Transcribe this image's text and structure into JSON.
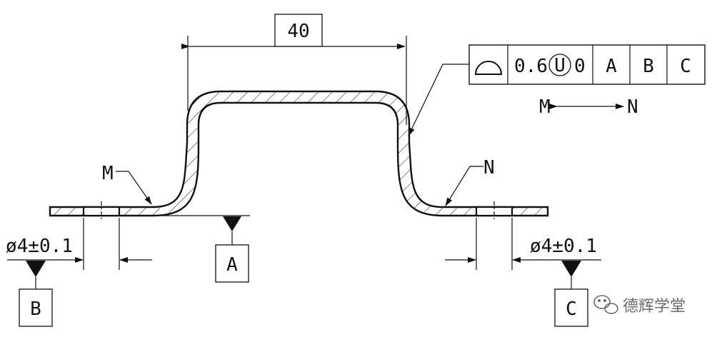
{
  "dimension_width": "40",
  "hole_left": "ø4±0.1",
  "hole_right": "ø4±0.1",
  "tolerance_frame": {
    "symbol": "profile-of-surface-icon",
    "value": "0.6",
    "modifier": "U",
    "offset": "0",
    "datums": [
      "A",
      "B",
      "C"
    ]
  },
  "between": {
    "from": "M",
    "to": "N"
  },
  "leaders": {
    "left": "M",
    "right": "N"
  },
  "datum_labels": {
    "a": "A",
    "b": "B",
    "c": "C"
  },
  "watermark": "德辉学堂",
  "colors": {
    "ink": "#111111",
    "watermark": "#6b6b6b"
  }
}
